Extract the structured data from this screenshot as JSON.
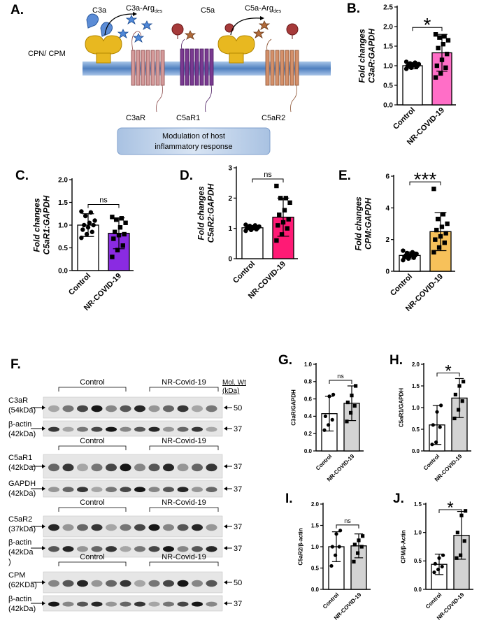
{
  "panels": {
    "A": "A.",
    "B": "B.",
    "C": "C.",
    "D": "D.",
    "E": "E.",
    "F": "F.",
    "G": "G.",
    "H": "H.",
    "I": "I.",
    "J": "J."
  },
  "schematic": {
    "c3a": "C3a",
    "c3a_des": "C3a-Arg",
    "c5a": "C5a",
    "c5a_des": "C5a-Arg",
    "des_sub": "des",
    "cpn": "CPN/ CPM",
    "c3ar": "C3aR",
    "c5ar1": "C5aR1",
    "c5ar2": "C5aR2",
    "box_line1": "Modulation of host",
    "box_line2": "inflammatory response",
    "colors": {
      "membrane": "#5b8cc4",
      "c3a": "#5b8cd6",
      "c5a": "#a63a3a",
      "receptor_c3ar": "#c47a7a",
      "receptor_c5ar1": "#6a2b80",
      "receptor_c5ar2": "#c47a5a",
      "enzyme": "#e8b820",
      "box": "#9fb9dc"
    }
  },
  "blots": {
    "group_control": "Control",
    "group_nr": "NR-Covid-19",
    "mol_wt": "Mol. Wt",
    "kda": "(kDa)",
    "rows": [
      {
        "label1": "C3aR",
        "label2": "(54kDa)",
        "marker": "50"
      },
      {
        "label1": "β-actin",
        "label2": "(42kDa)",
        "marker": "37"
      },
      {
        "label1": "C5aR1",
        "label2": "(42kDa)",
        "marker": "37"
      },
      {
        "label1": "GAPDH",
        "label2": "(42kDa)",
        "marker": "37"
      },
      {
        "label1": "C5aR2",
        "label2": "(37kDa)",
        "marker": "37"
      },
      {
        "label1": "β-actin",
        "label2": "(42kDa",
        "label3": ")",
        "marker": "37"
      },
      {
        "label1": "CPM",
        "label2": "(62KDa)",
        "marker": "50"
      },
      {
        "label1": "β-actin",
        "label2": "(42kDa)",
        "marker": "37"
      }
    ]
  },
  "chart_data": [
    {
      "id": "B",
      "type": "bar",
      "categories": [
        "Control",
        "NR-COVID-19"
      ],
      "values": [
        1.0,
        1.33
      ],
      "errors": [
        0.08,
        0.47
      ],
      "ylabel_line1": "Fold changes",
      "ylabel_line2": "C3aR:GAPDH",
      "ylim": [
        0,
        2.5
      ],
      "yticks": [
        "0.0",
        "0.5",
        "1.0",
        "1.5",
        "2.0",
        "2.5"
      ],
      "yticks_values": [
        0,
        0.5,
        1,
        1.5,
        2,
        2.5
      ],
      "significance": "*",
      "colors": [
        "#ffffff",
        "#ff6ec7"
      ],
      "points": [
        [
          0.92,
          0.95,
          0.97,
          0.99,
          1.0,
          1.0,
          1.01,
          1.02,
          1.04,
          1.06,
          1.08,
          1.1
        ],
        [
          0.7,
          0.8,
          0.95,
          1.0,
          1.15,
          1.3,
          1.45,
          1.55,
          1.65,
          1.72,
          1.75,
          1.8
        ]
      ]
    },
    {
      "id": "C",
      "type": "bar",
      "categories": [
        "Control",
        "NR-COVID-19"
      ],
      "values": [
        1.0,
        0.82
      ],
      "errors": [
        0.25,
        0.34
      ],
      "ylabel_line1": "Fold changes",
      "ylabel_line2": "C5aR1:GAPDH",
      "ylim": [
        0,
        2.0
      ],
      "yticks": [
        "0.0",
        "0.5",
        "1.0",
        "1.5",
        "2.0"
      ],
      "yticks_values": [
        0,
        0.5,
        1,
        1.5,
        2
      ],
      "significance": "ns",
      "colors": [
        "#ffffff",
        "#8a2be2"
      ],
      "points": [
        [
          0.72,
          0.8,
          0.85,
          0.9,
          0.95,
          1.0,
          1.0,
          1.05,
          1.1,
          1.2,
          1.28,
          1.3
        ],
        [
          0.3,
          0.45,
          0.55,
          0.7,
          0.78,
          0.8,
          0.85,
          0.95,
          1.05,
          1.12,
          1.15,
          1.18
        ]
      ]
    },
    {
      "id": "D",
      "type": "bar",
      "categories": [
        "Control",
        "NR-COVID-19"
      ],
      "values": [
        1.02,
        1.37
      ],
      "errors": [
        0.07,
        0.63
      ],
      "ylabel_line1": "Fold changes",
      "ylabel_line2": "C5aR2:GAPDH",
      "ylim": [
        0,
        3
      ],
      "yticks": [
        "0",
        "1",
        "2",
        "3"
      ],
      "yticks_values": [
        0,
        1,
        2,
        3
      ],
      "significance": "ns",
      "colors": [
        "#ffffff",
        "#ff1a75"
      ],
      "points": [
        [
          0.92,
          0.95,
          0.97,
          1.0,
          1.0,
          1.02,
          1.03,
          1.05,
          1.06,
          1.08,
          1.1,
          1.12
        ],
        [
          0.6,
          0.8,
          1.0,
          1.1,
          1.2,
          1.3,
          1.45,
          1.6,
          1.85,
          2.0,
          2.0,
          2.4
        ]
      ]
    },
    {
      "id": "E",
      "type": "bar",
      "categories": [
        "Control",
        "NR-COVID-19"
      ],
      "values": [
        1.0,
        2.5
      ],
      "errors": [
        0.22,
        1.2
      ],
      "ylabel_line1": "Fold changes",
      "ylabel_line2": "CPM:GAPDH",
      "ylim": [
        0,
        6
      ],
      "yticks": [
        "0",
        "2",
        "4",
        "6"
      ],
      "yticks_values": [
        0,
        2,
        4,
        6
      ],
      "significance": "***",
      "colors": [
        "#ffffff",
        "#f7c15a"
      ],
      "points": [
        [
          0.7,
          0.8,
          0.85,
          0.9,
          0.95,
          1.0,
          1.0,
          1.05,
          1.1,
          1.15,
          1.2,
          1.3
        ],
        [
          1.2,
          1.5,
          1.8,
          2.0,
          2.2,
          2.4,
          2.6,
          2.8,
          3.0,
          3.3,
          3.6,
          5.2
        ]
      ]
    },
    {
      "id": "G",
      "type": "bar",
      "categories": [
        "Control",
        "NR-COVID-19"
      ],
      "values": [
        0.43,
        0.55
      ],
      "errors": [
        0.2,
        0.2
      ],
      "ylabel_line1": "C3aR/GAPDH",
      "ylabel_line2": "",
      "ylim": [
        0,
        1.0
      ],
      "yticks": [
        "0.0",
        "0.2",
        "0.4",
        "0.6",
        "0.8",
        "1.0"
      ],
      "yticks_values": [
        0,
        0.2,
        0.4,
        0.6,
        0.8,
        1
      ],
      "significance": "ns",
      "colors": [
        "#ffffff",
        "#d3d3d3"
      ],
      "points": [
        [
          0.24,
          0.3,
          0.36,
          0.4,
          0.63,
          0.65
        ],
        [
          0.34,
          0.44,
          0.52,
          0.56,
          0.64,
          0.75
        ]
      ]
    },
    {
      "id": "H",
      "type": "bar",
      "categories": [
        "Control",
        "NR-COVID-19"
      ],
      "values": [
        0.6,
        1.22
      ],
      "errors": [
        0.45,
        0.45
      ],
      "ylabel_line1": "C5aR1/GAPDH",
      "ylabel_line2": "",
      "ylim": [
        0,
        2.0
      ],
      "yticks": [
        "0.0",
        "0.5",
        "1.0",
        "1.5",
        "2.0"
      ],
      "yticks_values": [
        0,
        0.5,
        1,
        1.5,
        2
      ],
      "significance": "*",
      "colors": [
        "#ffffff",
        "#d3d3d3"
      ],
      "points": [
        [
          0.15,
          0.2,
          0.55,
          0.6,
          0.9,
          1.05
        ],
        [
          0.75,
          0.95,
          1.15,
          1.3,
          1.5,
          1.6
        ]
      ]
    },
    {
      "id": "I",
      "type": "bar",
      "categories": [
        "Control",
        "NR-COVID-19"
      ],
      "values": [
        1.0,
        1.02
      ],
      "errors": [
        0.35,
        0.28
      ],
      "ylabel_line1": "C5aR2/β-actin",
      "ylabel_line2": "",
      "ylim": [
        0,
        2.0
      ],
      "yticks": [
        "0.0",
        "0.5",
        "1.0",
        "1.5",
        "2.0"
      ],
      "yticks_values": [
        0,
        0.5,
        1,
        1.5,
        2
      ],
      "significance": "ns",
      "colors": [
        "#ffffff",
        "#d3d3d3"
      ],
      "points": [
        [
          0.55,
          0.8,
          1.0,
          1.0,
          1.3,
          1.38
        ],
        [
          0.65,
          0.85,
          1.0,
          1.05,
          1.15,
          1.25
        ]
      ]
    },
    {
      "id": "J",
      "type": "bar",
      "categories": [
        "Control",
        "NR-COVID-19"
      ],
      "values": [
        0.44,
        0.95
      ],
      "errors": [
        0.18,
        0.42
      ],
      "ylabel_line1": "CPM/β-Actin",
      "ylabel_line2": "",
      "ylim": [
        0,
        1.5
      ],
      "yticks": [
        "0.0",
        "0.5",
        "1.0",
        "1.5"
      ],
      "yticks_values": [
        0,
        0.5,
        1,
        1.5
      ],
      "significance": "*",
      "colors": [
        "#ffffff",
        "#d3d3d3"
      ],
      "points": [
        [
          0.3,
          0.35,
          0.4,
          0.45,
          0.55,
          0.6
        ],
        [
          0.55,
          0.6,
          0.85,
          1.0,
          1.3,
          1.38
        ]
      ]
    }
  ]
}
